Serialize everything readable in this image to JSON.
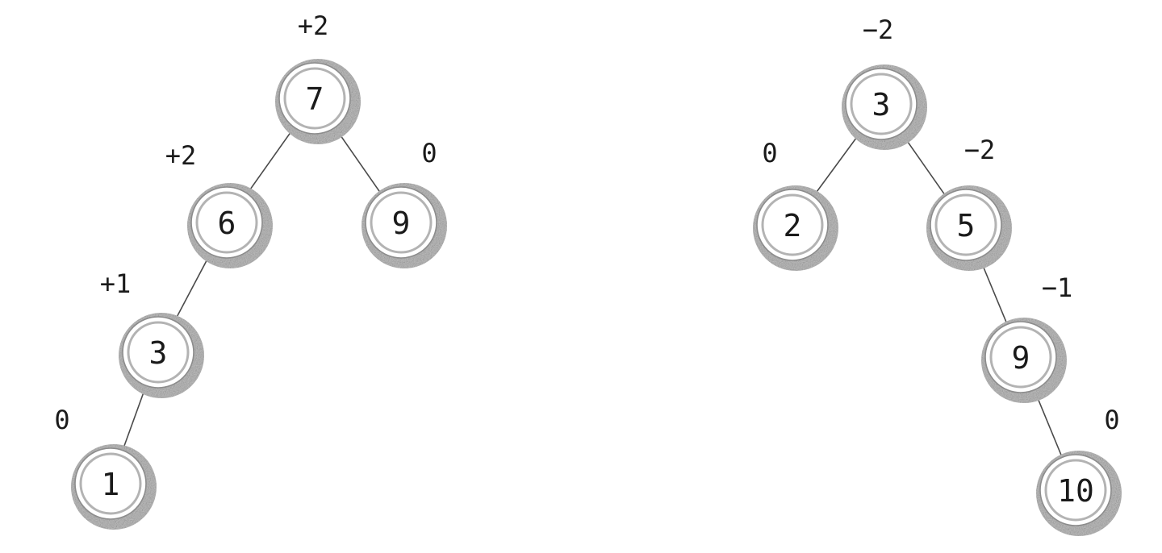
{
  "trees": [
    {
      "nodes": [
        {
          "id": "L7",
          "value": "7",
          "balance": "+2"
        },
        {
          "id": "L6",
          "value": "6",
          "balance": "+2"
        },
        {
          "id": "L9",
          "value": "9",
          "balance": "0"
        },
        {
          "id": "L3",
          "value": "3",
          "balance": "+1"
        },
        {
          "id": "L1",
          "value": "1",
          "balance": "0"
        }
      ],
      "edges": [
        [
          "L7",
          "L6"
        ],
        [
          "L7",
          "L9"
        ],
        [
          "L6",
          "L3"
        ],
        [
          "L3",
          "L1"
        ]
      ]
    },
    {
      "nodes": [
        {
          "id": "R3",
          "value": "3",
          "balance": "−2"
        },
        {
          "id": "R2",
          "value": "2",
          "balance": "0"
        },
        {
          "id": "R5",
          "value": "5",
          "balance": "−2"
        },
        {
          "id": "R9",
          "value": "9",
          "balance": "−1"
        },
        {
          "id": "R10",
          "value": "10",
          "balance": "0"
        }
      ],
      "edges": [
        [
          "R3",
          "R2"
        ],
        [
          "R3",
          "R5"
        ],
        [
          "R5",
          "R9"
        ],
        [
          "R9",
          "R10"
        ]
      ]
    }
  ]
}
